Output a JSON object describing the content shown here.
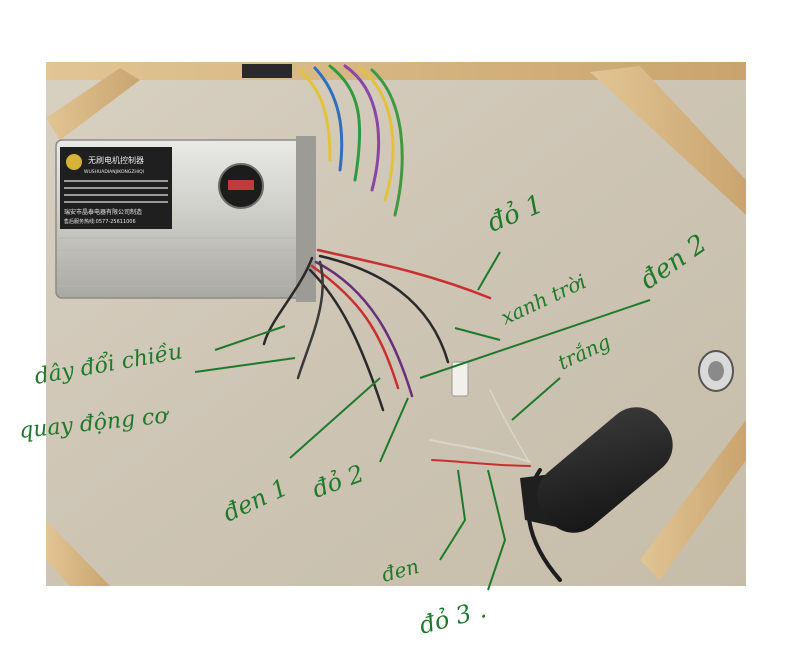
{
  "controller": {
    "title_cn": "无刷电机控制器",
    "subtitle_en": "WUSHUADIANJIKONGZHIQI",
    "maker_cn": "瑞安市晶泰电器有限公司制造",
    "phone": "售后服务热线:0577-25611006"
  },
  "annotations": {
    "do1": "đỏ 1",
    "xanh": "xanh trời",
    "den2": "đen 2",
    "trang": "trắng",
    "day": "dây đổi chiều",
    "quay": "quay động cơ",
    "den1": "đen 1",
    "do2": "đỏ 2",
    "den": "đen",
    "do3": "đỏ 3 ."
  },
  "colors": {
    "annotation_ink": "#1e7a2a",
    "background_board": "#cfc7b8",
    "wood_frame": "#d9b886"
  }
}
